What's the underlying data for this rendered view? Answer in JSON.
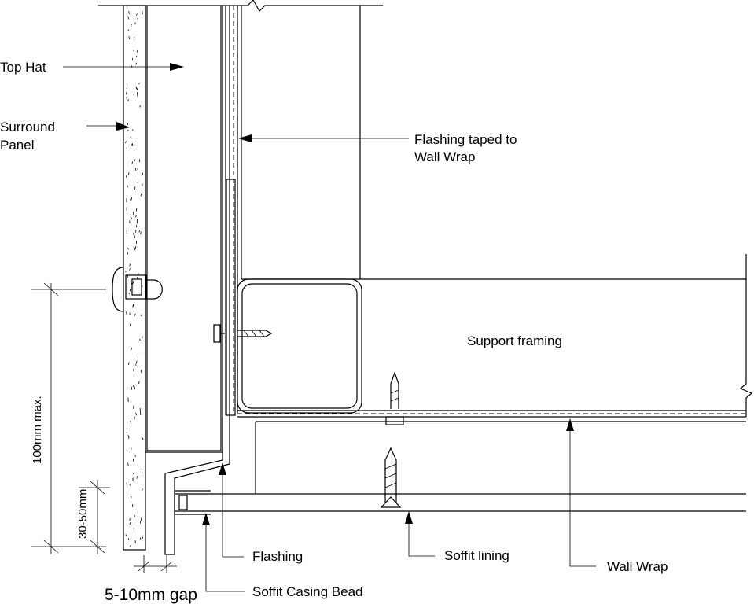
{
  "labels": {
    "top_hat": "Top Hat",
    "surround_panel_1": "Surround",
    "surround_panel_2": "Panel",
    "flashing_taped_1": "Flashing taped to",
    "flashing_taped_2": "Wall Wrap",
    "support_framing": "Support framing",
    "flashing": "Flashing",
    "soffit_lining": "Soffit lining",
    "wall_wrap": "Wall Wrap",
    "soffit_casing_bead": "Soffit Casing Bead",
    "gap": "5-10mm gap",
    "dim_100": "100mm max.",
    "dim_30_50": "30-50mm"
  },
  "colors": {
    "line": "#000000",
    "background": "#ffffff"
  }
}
